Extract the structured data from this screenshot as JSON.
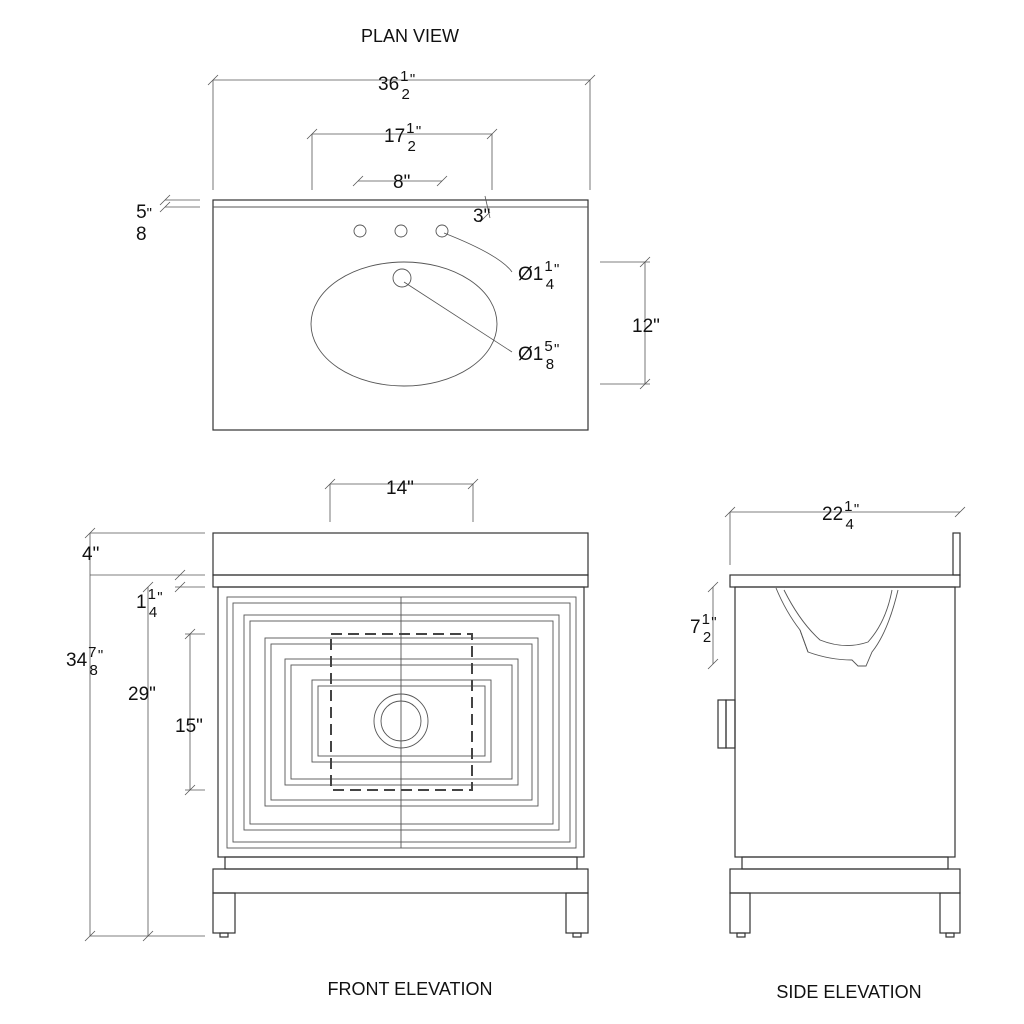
{
  "views": {
    "plan": "PLAN VIEW",
    "front": "FRONT ELEVATION",
    "side": "SIDE ELEVATION"
  },
  "dims": {
    "overall_width": {
      "whole": "36",
      "num": "1",
      "den": "2",
      "unit": "\""
    },
    "faucet_span": {
      "whole": "17",
      "num": "1",
      "den": "2",
      "unit": "\""
    },
    "hole_spacing": "8\"",
    "hole_offset": "3\"",
    "hole_dia": {
      "whole": "Ø1",
      "num": "1",
      "den": "4",
      "unit": "\""
    },
    "drain_dia": {
      "whole": "Ø1",
      "num": "5",
      "den": "8",
      "unit": "\""
    },
    "bowl_depth_plan": "12\"",
    "backsplash_thick": {
      "whole": "",
      "num": "5",
      "den": "8",
      "unit": "\""
    },
    "basin_width": "14\"",
    "backsplash_h": "4\"",
    "top_thick": {
      "whole": "1",
      "num": "1",
      "den": "4",
      "unit": "\""
    },
    "total_height": {
      "whole": "34",
      "num": "7",
      "den": "8",
      "unit": "\""
    },
    "counter_height": "29\"",
    "basin_height": "15\"",
    "overall_depth": {
      "whole": "22",
      "num": "1",
      "den": "4",
      "unit": "\""
    },
    "bowl_depth": {
      "whole": "7",
      "num": "1",
      "den": "2",
      "unit": "\""
    }
  }
}
